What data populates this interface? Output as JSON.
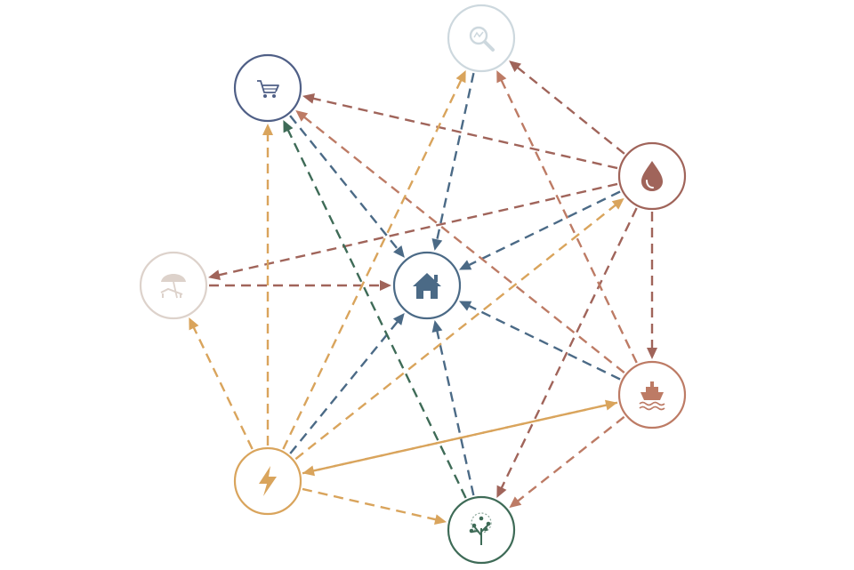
{
  "nodes": [
    {
      "id": "shopping",
      "icon": "shopping-cart-icon",
      "color": "#4f5f86"
    },
    {
      "id": "research",
      "icon": "magnifier-icon",
      "color": "#cdd8de"
    },
    {
      "id": "water",
      "icon": "water-drop-icon",
      "color": "#a0645a"
    },
    {
      "id": "leisure",
      "icon": "beach-umbrella-icon",
      "color": "#ddd2cb"
    },
    {
      "id": "housing",
      "icon": "house-icon",
      "color": "#4b6a86"
    },
    {
      "id": "transport",
      "icon": "ship-icon",
      "color": "#bd7b65"
    },
    {
      "id": "energy",
      "icon": "lightning-bolt-icon",
      "color": "#d9a45c"
    },
    {
      "id": "nature",
      "icon": "tree-icon",
      "color": "#3e6b57"
    }
  ],
  "edges": [
    {
      "from": "shopping",
      "to": "housing",
      "color": "#4b6a86"
    },
    {
      "from": "research",
      "to": "housing",
      "color": "#4b6a86"
    },
    {
      "from": "water",
      "to": "housing",
      "color": "#4b6a86"
    },
    {
      "from": "transport",
      "to": "housing",
      "color": "#4b6a86"
    },
    {
      "from": "energy",
      "to": "housing",
      "color": "#4b6a86"
    },
    {
      "from": "nature",
      "to": "housing",
      "color": "#4b6a86"
    },
    {
      "from": "leisure",
      "to": "housing",
      "color": "#a0645a"
    },
    {
      "from": "water",
      "to": "shopping",
      "color": "#a0645a"
    },
    {
      "from": "water",
      "to": "research",
      "color": "#a0645a"
    },
    {
      "from": "water",
      "to": "leisure",
      "color": "#a0645a"
    },
    {
      "from": "water",
      "to": "transport",
      "color": "#a0645a"
    },
    {
      "from": "water",
      "to": "nature",
      "color": "#a0645a"
    },
    {
      "from": "transport",
      "to": "shopping",
      "color": "#bd7b65"
    },
    {
      "from": "transport",
      "to": "research",
      "color": "#bd7b65"
    },
    {
      "from": "transport",
      "to": "nature",
      "color": "#bd7b65"
    },
    {
      "from": "energy",
      "to": "shopping",
      "color": "#d9a45c"
    },
    {
      "from": "energy",
      "to": "research",
      "color": "#d9a45c"
    },
    {
      "from": "energy",
      "to": "water",
      "color": "#d9a45c"
    },
    {
      "from": "energy",
      "to": "leisure",
      "color": "#d9a45c"
    },
    {
      "from": "energy",
      "to": "transport",
      "color": "#d9a45c"
    },
    {
      "from": "energy",
      "to": "nature",
      "color": "#d9a45c"
    },
    {
      "from": "transport",
      "to": "energy",
      "color": "#d9a45c"
    },
    {
      "from": "nature",
      "to": "shopping",
      "color": "#3e6b57"
    }
  ]
}
